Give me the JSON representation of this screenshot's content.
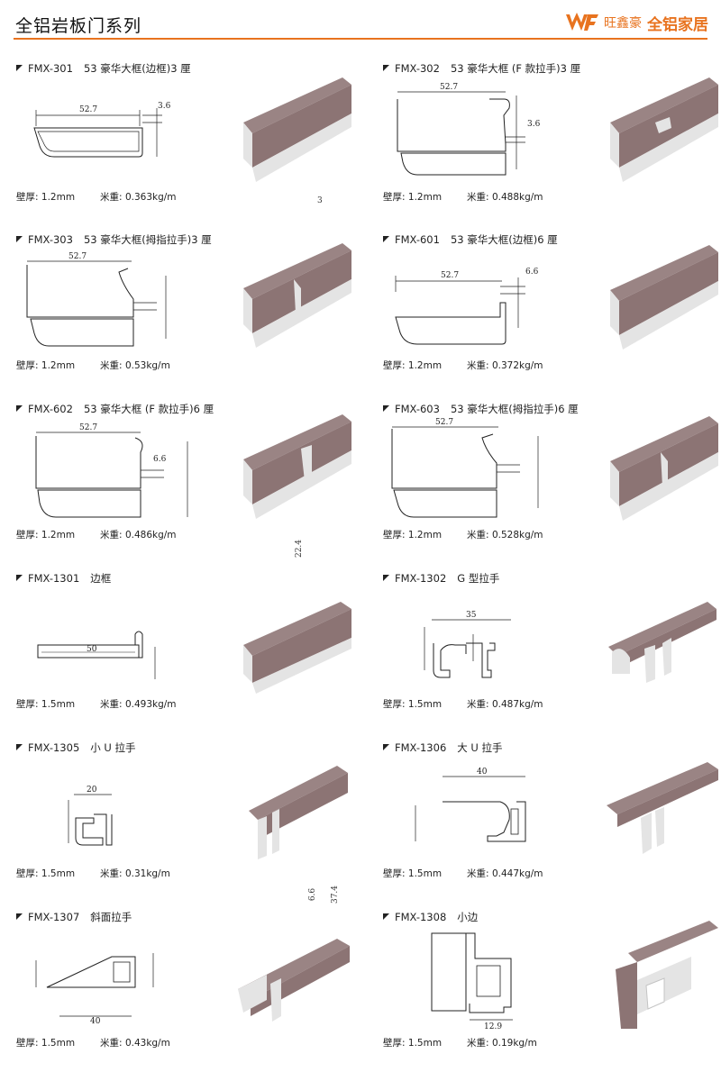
{
  "page": {
    "title": "全铝岩板门系列",
    "brand_name": "旺鑫豪",
    "brand_slogan": "全铝家居"
  },
  "labels": {
    "wall": "壁厚:",
    "weight": "米重:"
  },
  "products": [
    {
      "code": "FMX-301",
      "name": "53 豪华大框(边框)3 厘",
      "wall": "1.2mm",
      "weight": "0.363kg/m",
      "dims": [
        "52.7",
        "3.6"
      ]
    },
    {
      "code": "FMX-302",
      "name": "53 豪华大框 (F 款拉手)3 厘",
      "wall": "1.2mm",
      "weight": "0.488kg/m",
      "dims": [
        "52.7",
        "3.6"
      ]
    },
    {
      "code": "FMX-303",
      "name": "53 豪华大框(拇指拉手)3 厘",
      "wall": "1.2mm",
      "weight": "0.53kg/m",
      "dims": [
        "52.7"
      ]
    },
    {
      "code": "FMX-601",
      "name": "53 豪华大框(边框)6 厘",
      "wall": "1.2mm",
      "weight": "0.372kg/m",
      "dims": [
        "52.7",
        "6.6"
      ]
    },
    {
      "code": "FMX-602",
      "name": "53 豪华大框 (F 款拉手)6 厘",
      "wall": "1.2mm",
      "weight": "0.486kg/m",
      "dims": [
        "52.7",
        "6.6"
      ]
    },
    {
      "code": "FMX-603",
      "name": "53 豪华大框(拇指拉手)6 厘",
      "wall": "1.2mm",
      "weight": "0.528kg/m",
      "dims": [
        "52.7"
      ]
    },
    {
      "code": "FMX-1301",
      "name": "边框",
      "wall": "1.5mm",
      "weight": "0.493kg/m",
      "dims": [
        "50"
      ]
    },
    {
      "code": "FMX-1302",
      "name": "G 型拉手",
      "wall": "1.5mm",
      "weight": "0.487kg/m",
      "dims": [
        "35"
      ]
    },
    {
      "code": "FMX-1305",
      "name": "小 U 拉手",
      "wall": "1.5mm",
      "weight": "0.31kg/m",
      "dims": [
        "20"
      ]
    },
    {
      "code": "FMX-1306",
      "name": "大 U 拉手",
      "wall": "1.5mm",
      "weight": "0.447kg/m",
      "dims": [
        "40"
      ]
    },
    {
      "code": "FMX-1307",
      "name": "斜面拉手",
      "wall": "1.5mm",
      "weight": "0.43kg/m",
      "dims": [
        "40"
      ]
    },
    {
      "code": "FMX-1308",
      "name": "小边",
      "wall": "1.5mm",
      "weight": "0.19kg/m",
      "dims": [
        "12.9"
      ]
    }
  ],
  "stray_dims": [
    "3",
    "22.4",
    "6.6",
    "37.4"
  ],
  "colors": {
    "accent": "#e8731f",
    "wood": "#8c7474",
    "metal": "#e4e4e4"
  }
}
